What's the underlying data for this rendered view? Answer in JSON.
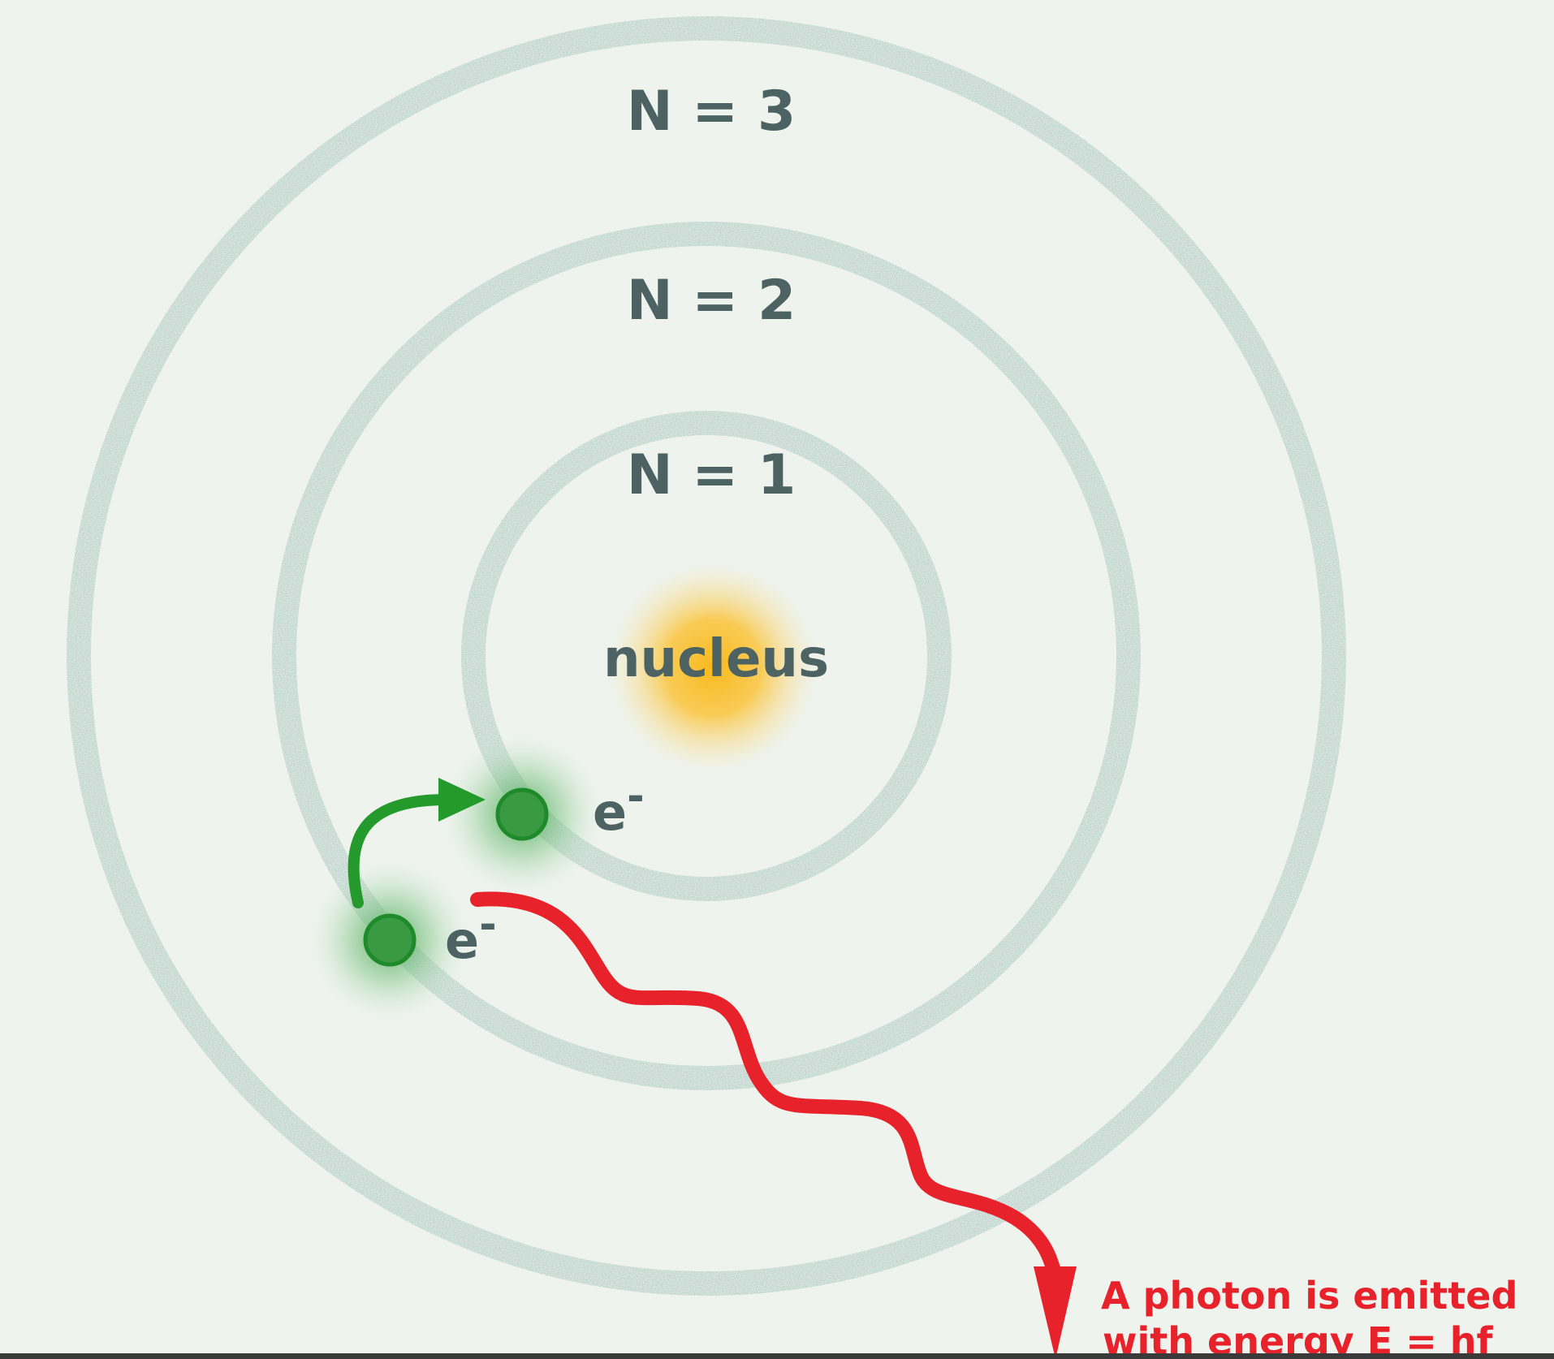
{
  "diagram": {
    "levels": [
      {
        "label": "N = 3"
      },
      {
        "label": "N = 2"
      },
      {
        "label": "N = 1"
      }
    ],
    "nucleus_label": "nucleus",
    "electron_label": "e",
    "electron_charge": "-",
    "photon_caption": {
      "line1": "A photon is emitted",
      "line2": "with energy E = hf"
    }
  },
  "colors": {
    "background": "#eef3ee",
    "orbit": "#a6c4be",
    "label": "#4d6363",
    "nucleus": "#f8b91c",
    "electron": "#2f9a3b",
    "jump_arrow": "#249a2c",
    "photon": "#e8222b"
  }
}
